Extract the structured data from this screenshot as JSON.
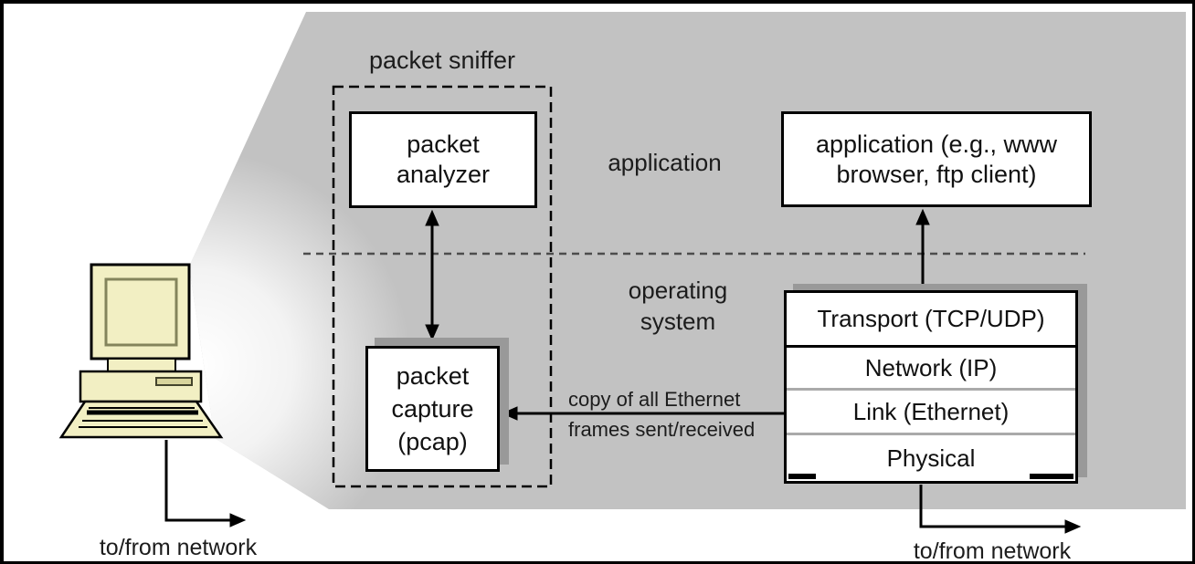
{
  "figure": {
    "description": "packet sniffer structure diagram",
    "sniffer": {
      "title": "packet sniffer",
      "analyzer": {
        "line1": "packet",
        "line2": "analyzer"
      },
      "capture": {
        "line1": "packet",
        "line2": "capture",
        "line3": "(pcap)"
      }
    },
    "labels": {
      "application": "application",
      "os_line1": "operating",
      "os_line2": "system",
      "copy_line1": "copy of all Ethernet",
      "copy_line2": "frames sent/received",
      "network_left": "to/from network",
      "network_right": "to/from network"
    },
    "app_box": {
      "line1": "application (e.g., www",
      "line2": "browser, ftp client)"
    },
    "stack": {
      "layers": [
        {
          "label": "Transport (TCP/UDP)"
        },
        {
          "label": "Network (IP)"
        },
        {
          "label": "Link (Ethernet)"
        },
        {
          "label": "Physical"
        }
      ]
    },
    "colors": {
      "canvas_gray": "#c2c2c2",
      "box_shadow_gray": "#999999",
      "computer_yellow": "#f2efc3",
      "screen_border_olive": "#84845c",
      "separator_gray": "#aaaaaa",
      "divider_gray": "#4d4d4d",
      "ink": "#111111"
    }
  }
}
